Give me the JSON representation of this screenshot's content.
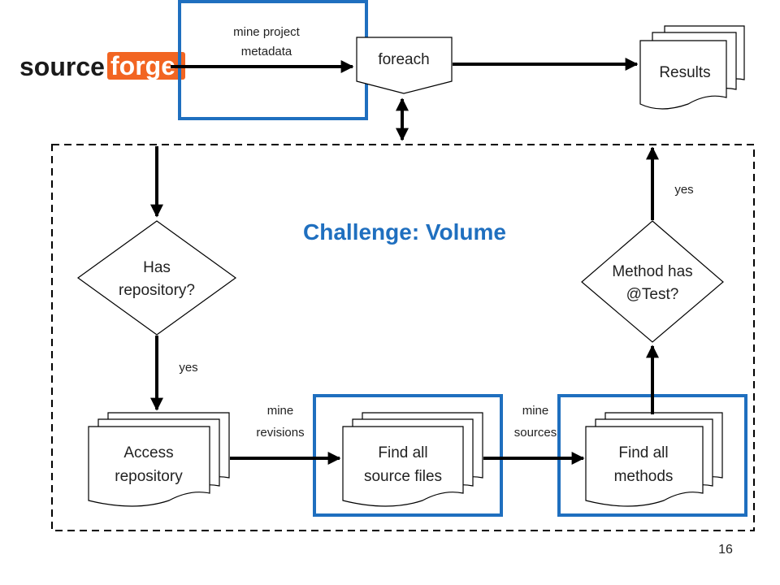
{
  "slide": {
    "title": "Challenge: Volume",
    "page_number": "16"
  },
  "logo": {
    "part1": "source",
    "part2": "forge",
    "name": "sourceforge-logo"
  },
  "nodes": {
    "foreach": "foreach",
    "results": "Results",
    "has_repo_line1": "Has",
    "has_repo_line2": "repository?",
    "access_line1": "Access",
    "access_line2": "repository",
    "find_files_line1": "Find all",
    "find_files_line2": "source files",
    "find_methods_line1": "Find all",
    "find_methods_line2": "methods",
    "method_test_line1": "Method has",
    "method_test_line2": "@Test?"
  },
  "edges": {
    "mine_metadata_line1": "mine project",
    "mine_metadata_line2": "metadata",
    "mine_revisions_line1": "mine",
    "mine_revisions_line2": "revisions",
    "mine_sources_line1": "mine",
    "mine_sources_line2": "sources",
    "yes_left": "yes",
    "yes_right": "yes"
  },
  "colors": {
    "highlight_blue": "#1f6fbf",
    "logo_dark": "#1a1a1a",
    "logo_orange": "#f26522",
    "line": "#000000"
  }
}
